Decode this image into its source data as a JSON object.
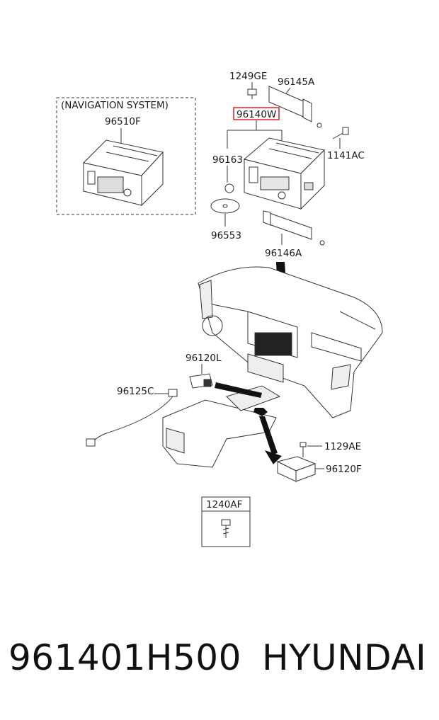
{
  "diagram": {
    "nav_system_label": "(NAVIGATION SYSTEM)",
    "part_labels": {
      "p96510F": "96510F",
      "p1249GE": "1249GE",
      "p96145A": "96145A",
      "p96140W": "96140W",
      "p96163": "96163",
      "p1141AC": "1141AC",
      "p96553": "96553",
      "p96146A": "96146A",
      "p96120L": "96120L",
      "p96125C": "96125C",
      "p1129AE": "1129AE",
      "p96120F": "96120F",
      "p1240AF": "1240AF"
    },
    "highlight_color": "#e02020"
  },
  "footer": {
    "part_number": "961401H500",
    "brand": "HYUNDAI"
  }
}
